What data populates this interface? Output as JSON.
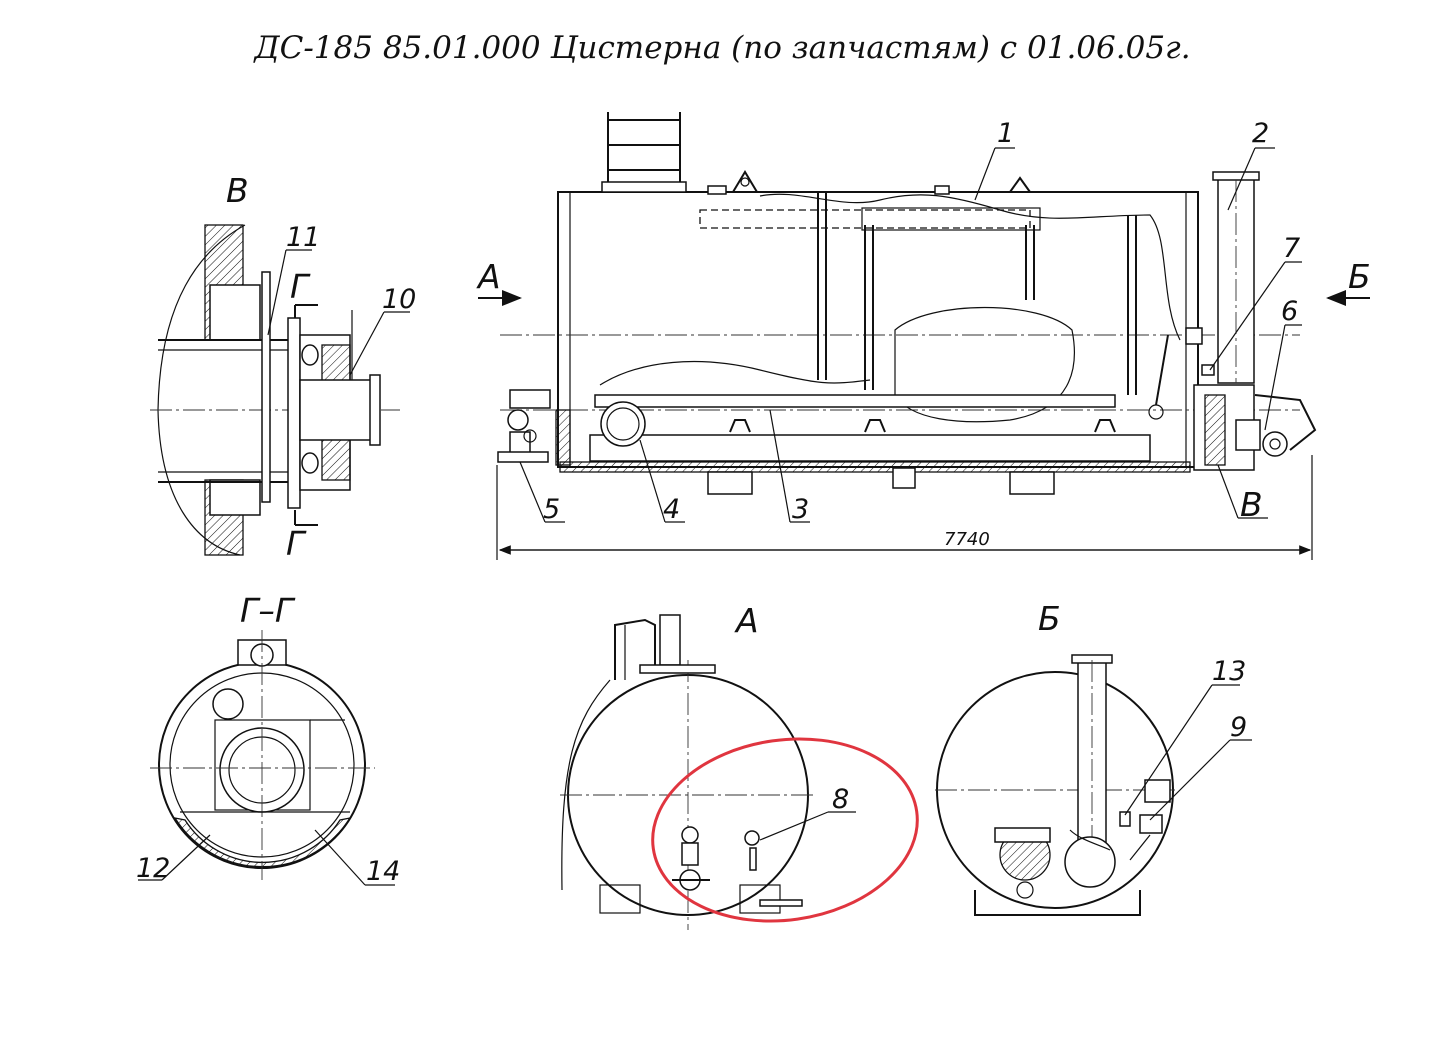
{
  "title": "ДС-185 85.01.000 Цистерна  (по запчастям) с 01.06.05г.",
  "view_labels": {
    "detail_v": "В",
    "section_gg": "Г–Г",
    "view_a": "А",
    "view_b": "Б",
    "arrow_a": "А",
    "arrow_b": "Б",
    "marker_v": "В",
    "section_mark_top": "Г",
    "section_mark_bottom": "Г"
  },
  "dimension": "7740",
  "callouts": {
    "c1": "1",
    "c2": "2",
    "c3": "3",
    "c4": "4",
    "c5": "5",
    "c6": "6",
    "c7": "7",
    "c8": "8",
    "c9": "9",
    "c10": "10",
    "c11": "11",
    "c12": "12",
    "c13": "13",
    "c14": "14"
  },
  "highlight": {
    "color": "#e0353f",
    "target_callout": "8"
  }
}
